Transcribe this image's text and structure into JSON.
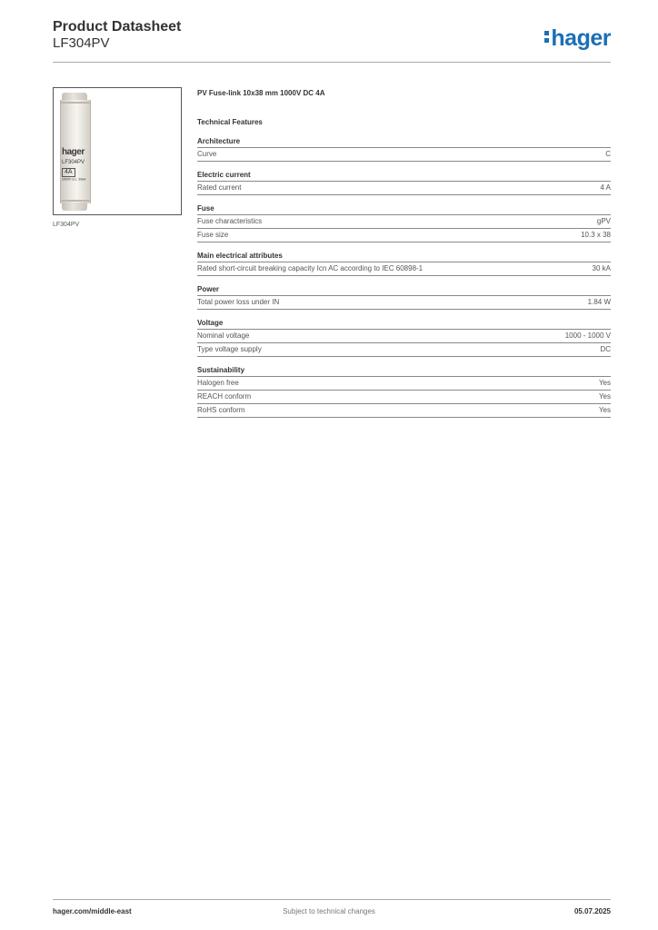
{
  "header": {
    "title": "Product Datasheet",
    "subtitle": "LF304PV",
    "brand_logo": "hager",
    "brand_color": "#1b6fb5"
  },
  "product_image": {
    "caption": "LF304PV",
    "print_brand": "hager",
    "print_model": "LF304PV",
    "print_amp": "4A",
    "print_rating": "1000V d.c. 30kA"
  },
  "product": {
    "title": "PV Fuse-link 10x38 mm 1000V DC 4A",
    "features_title": "Technical Features"
  },
  "sections": [
    {
      "title": "Architecture",
      "rows": [
        {
          "label": "Curve",
          "value": "C"
        }
      ]
    },
    {
      "title": "Electric current",
      "rows": [
        {
          "label": "Rated current",
          "value": "4 A"
        }
      ]
    },
    {
      "title": "Fuse",
      "rows": [
        {
          "label": "Fuse characteristics",
          "value": "gPV"
        },
        {
          "label": "Fuse size",
          "value": "10.3 x 38"
        }
      ]
    },
    {
      "title": "Main electrical attributes",
      "rows": [
        {
          "label": "Rated short-circuit breaking capacity Icn AC according to IEC 60898-1",
          "value": "30 kA"
        }
      ]
    },
    {
      "title": "Power",
      "rows": [
        {
          "label": "Total power loss under IN",
          "value": "1.84 W"
        }
      ]
    },
    {
      "title": "Voltage",
      "rows": [
        {
          "label": "Nominal voltage",
          "value": "1000 - 1000 V"
        },
        {
          "label": "Type voltage supply",
          "value": "DC"
        }
      ]
    },
    {
      "title": "Sustainability",
      "rows": [
        {
          "label": "Halogen free",
          "value": "Yes"
        },
        {
          "label": "REACH conform",
          "value": "Yes"
        },
        {
          "label": "RoHS conform",
          "value": "Yes"
        }
      ]
    }
  ],
  "footer": {
    "website": "hager.com/middle-east",
    "notice": "Subject to technical changes",
    "date": "05.07.2025"
  }
}
